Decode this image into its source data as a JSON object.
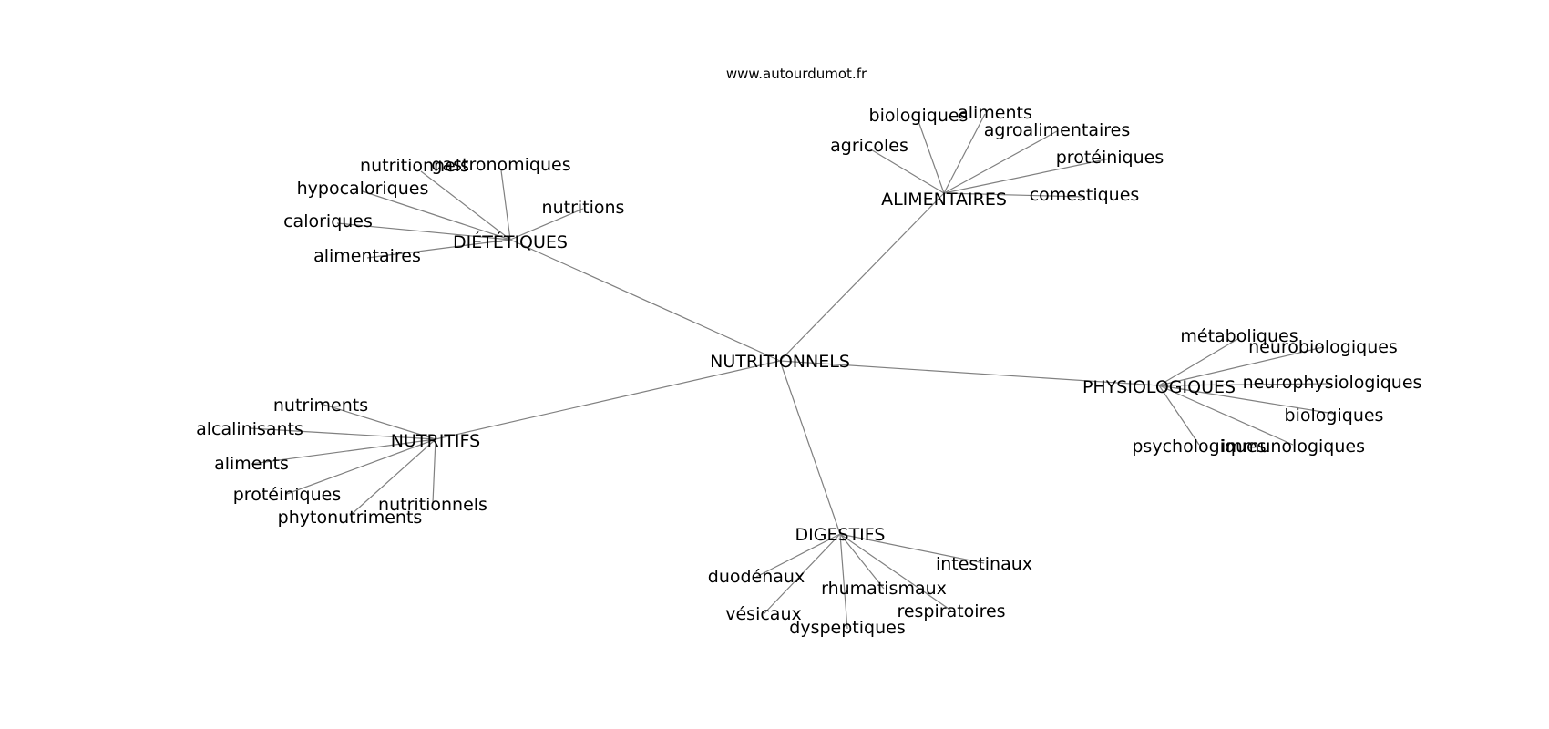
{
  "source_label": "www.autourdumot.fr",
  "graph": {
    "center": "NUTRITIONNELS",
    "groups": [
      {
        "id": "dietetiques",
        "label": "DIÉTÉTIQUES",
        "leaves": [
          "nutritionnels",
          "gastronomiques",
          "hypocaloriques",
          "nutritions",
          "caloriques",
          "alimentaires"
        ]
      },
      {
        "id": "alimentaires",
        "label": "ALIMENTAIRES",
        "leaves": [
          "biologiques",
          "aliments",
          "agroalimentaires",
          "agricoles",
          "protéiniques",
          "comestiques"
        ]
      },
      {
        "id": "physiologiques",
        "label": "PHYSIOLOGIQUES",
        "leaves": [
          "métaboliques",
          "neurobiologiques",
          "neurophysiologiques",
          "biologiques",
          "psychologiques",
          "immunologiques"
        ]
      },
      {
        "id": "nutritifs",
        "label": "NUTRITIFS",
        "leaves": [
          "nutriments",
          "alcalinisants",
          "aliments",
          "protéiniques",
          "phytonutriments",
          "nutritionnels"
        ]
      },
      {
        "id": "digestifs",
        "label": "DIGESTIFS",
        "leaves": [
          "intestinaux",
          "duodénaux",
          "rhumatismaux",
          "respiratoires",
          "vésicaux",
          "dyspeptiques"
        ]
      }
    ]
  }
}
